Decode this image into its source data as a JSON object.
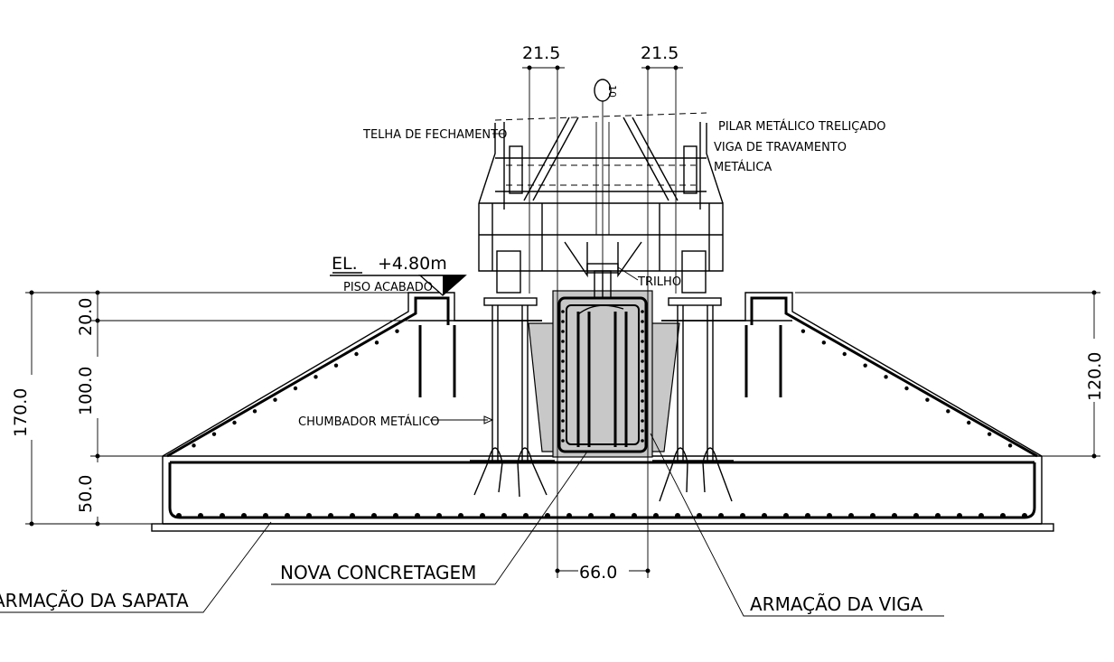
{
  "labels": {
    "dim_top_left": "21.5",
    "dim_top_right": "21.5",
    "grid_mark": "10",
    "telha": "TELHA DE FECHAMENTO",
    "pilar": "PILAR METÁLICO TRELIÇADO",
    "viga_trav_1": "VIGA DE TRAVAMENTO",
    "viga_trav_2": "METÁLICA",
    "elevation_prefix": "EL.",
    "elevation_value": "+4.80m",
    "piso": "PISO ACABADO",
    "trilho": "TRILHO",
    "chumbador": "CHUMBADOR METÁLICO",
    "dim_20": "20.0",
    "dim_100": "100.0",
    "dim_170": "170.0",
    "dim_50": "50.0",
    "dim_120": "120.0",
    "dim_66": "66.0",
    "nova_concretagem": "NOVA CONCRETAGEM",
    "armacao_sapata": "ARMAÇÃO DA SAPATA",
    "armacao_viga": "ARMAÇÃO DA VIGA"
  }
}
